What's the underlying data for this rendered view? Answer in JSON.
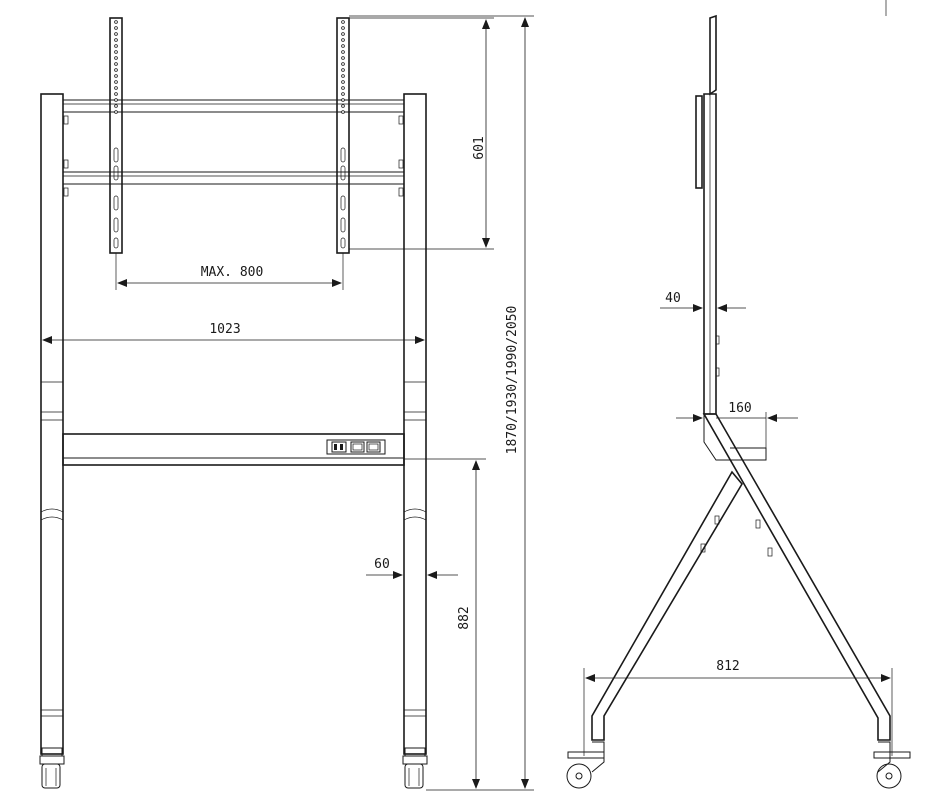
{
  "front_view": {
    "dim_vesa_vertical": "601",
    "dim_vesa_horizontal": "MAX. 800",
    "dim_overall_width": "1023",
    "dim_overall_height": "1870/1930/1990/2050",
    "dim_shelf_height": "882",
    "dim_column_width": "60"
  },
  "side_view": {
    "dim_mount_offset": "40",
    "dim_shelf_depth": "160",
    "dim_base_width": "812"
  }
}
